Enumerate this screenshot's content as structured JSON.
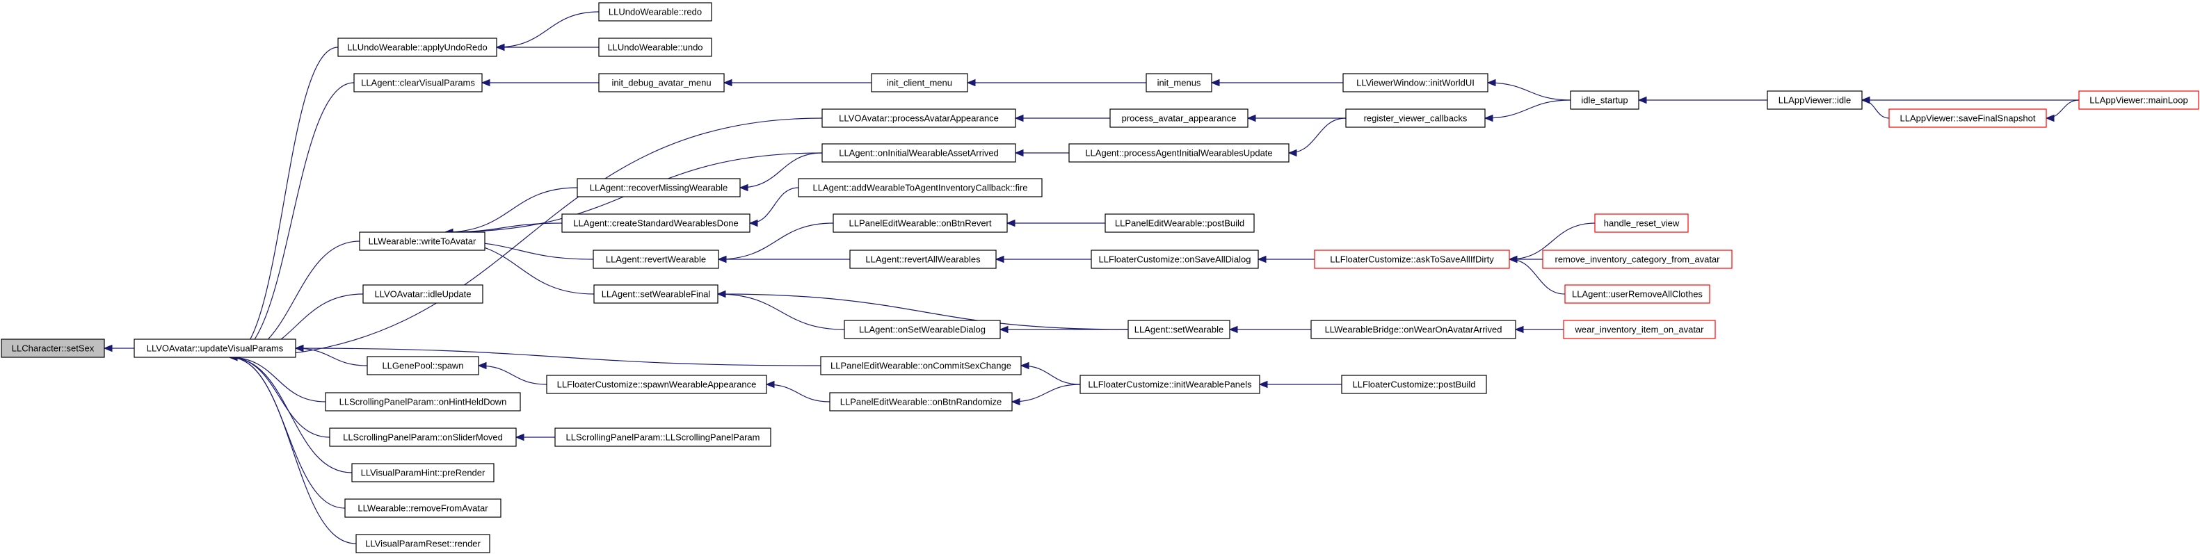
{
  "graph": {
    "colors": {
      "background": "#ffffff",
      "edge": "#191970",
      "border_black": "#000000",
      "border_red": "#ff0000",
      "focus_fill": "#bfbfbf",
      "node_fill": "#ffffff"
    },
    "nodes": [
      {
        "id": "setSex",
        "label": "LLCharacter::setSex",
        "style": "focus"
      },
      {
        "id": "updateVisualParams",
        "label": "LLVOAvatar::updateVisualParams",
        "style": "black"
      },
      {
        "id": "applyUndoRedo",
        "label": "LLUndoWearable::applyUndoRedo",
        "style": "black"
      },
      {
        "id": "redo",
        "label": "LLUndoWearable::redo",
        "style": "black"
      },
      {
        "id": "undo",
        "label": "LLUndoWearable::undo",
        "style": "black"
      },
      {
        "id": "clearVisualParams",
        "label": "LLAgent::clearVisualParams",
        "style": "black"
      },
      {
        "id": "init_debug_avatar_menu",
        "label": "init_debug_avatar_menu",
        "style": "black"
      },
      {
        "id": "init_client_menu",
        "label": "init_client_menu",
        "style": "black"
      },
      {
        "id": "init_menus",
        "label": "init_menus",
        "style": "black"
      },
      {
        "id": "initWorldUI",
        "label": "LLViewerWindow::initWorldUI",
        "style": "black"
      },
      {
        "id": "idle_startup",
        "label": "idle_startup",
        "style": "black"
      },
      {
        "id": "appIdle",
        "label": "LLAppViewer::idle",
        "style": "black"
      },
      {
        "id": "mainLoop",
        "label": "LLAppViewer::mainLoop",
        "style": "red"
      },
      {
        "id": "saveFinalSnapshot",
        "label": "LLAppViewer::saveFinalSnapshot",
        "style": "red"
      },
      {
        "id": "processAvatarAppearance",
        "label": "LLVOAvatar::processAvatarAppearance",
        "style": "black"
      },
      {
        "id": "process_avatar_appearance",
        "label": "process_avatar_appearance",
        "style": "black"
      },
      {
        "id": "register_viewer_callbacks",
        "label": "register_viewer_callbacks",
        "style": "black"
      },
      {
        "id": "onInitialWearableAssetArrived",
        "label": "LLAgent::onInitialWearableAssetArrived",
        "style": "black"
      },
      {
        "id": "processAgentInitialWearablesUpdate",
        "label": "LLAgent::processAgentInitialWearablesUpdate",
        "style": "black"
      },
      {
        "id": "recoverMissingWearable",
        "label": "LLAgent::recoverMissingWearable",
        "style": "black"
      },
      {
        "id": "addWearableCbFire",
        "label": "LLAgent::addWearableToAgentInventoryCallback::fire",
        "style": "black"
      },
      {
        "id": "writeToAvatar",
        "label": "LLWearable::writeToAvatar",
        "style": "black"
      },
      {
        "id": "createStandardWearablesDone",
        "label": "LLAgent::createStandardWearablesDone",
        "style": "black"
      },
      {
        "id": "onBtnRevert",
        "label": "LLPanelEditWearable::onBtnRevert",
        "style": "black"
      },
      {
        "id": "panelPostBuild",
        "label": "LLPanelEditWearable::postBuild",
        "style": "black"
      },
      {
        "id": "handle_reset_view",
        "label": "handle_reset_view",
        "style": "red"
      },
      {
        "id": "revertWearable",
        "label": "LLAgent::revertWearable",
        "style": "black"
      },
      {
        "id": "revertAllWearables",
        "label": "LLAgent::revertAllWearables",
        "style": "black"
      },
      {
        "id": "onSaveAllDialog",
        "label": "LLFloaterCustomize::onSaveAllDialog",
        "style": "black"
      },
      {
        "id": "askToSaveAllIfDirty",
        "label": "LLFloaterCustomize::askToSaveAllIfDirty",
        "style": "red"
      },
      {
        "id": "remove_inventory_category_from_avatar",
        "label": "remove_inventory_category_from_avatar",
        "style": "red"
      },
      {
        "id": "userRemoveAllClothes",
        "label": "LLAgent::userRemoveAllClothes",
        "style": "red"
      },
      {
        "id": "idleUpdate",
        "label": "LLVOAvatar::idleUpdate",
        "style": "black"
      },
      {
        "id": "setWearableFinal",
        "label": "LLAgent::setWearableFinal",
        "style": "black"
      },
      {
        "id": "onSetWearableDialog",
        "label": "LLAgent::onSetWearableDialog",
        "style": "black"
      },
      {
        "id": "setWearable",
        "label": "LLAgent::setWearable",
        "style": "black"
      },
      {
        "id": "onWearOnAvatarArrived",
        "label": "LLWearableBridge::onWearOnAvatarArrived",
        "style": "black"
      },
      {
        "id": "wear_inventory_item_on_avatar",
        "label": "wear_inventory_item_on_avatar",
        "style": "red"
      },
      {
        "id": "onCommitSexChange",
        "label": "LLPanelEditWearable::onCommitSexChange",
        "style": "black"
      },
      {
        "id": "genePoolSpawn",
        "label": "LLGenePool::spawn",
        "style": "black"
      },
      {
        "id": "spawnWearableAppearance",
        "label": "LLFloaterCustomize::spawnWearableAppearance",
        "style": "black"
      },
      {
        "id": "initWearablePanels",
        "label": "LLFloaterCustomize::initWearablePanels",
        "style": "black"
      },
      {
        "id": "floaterPostBuild",
        "label": "LLFloaterCustomize::postBuild",
        "style": "black"
      },
      {
        "id": "onBtnRandomize",
        "label": "LLPanelEditWearable::onBtnRandomize",
        "style": "black"
      },
      {
        "id": "onHintHeldDown",
        "label": "LLScrollingPanelParam::onHintHeldDown",
        "style": "black"
      },
      {
        "id": "onSliderMoved",
        "label": "LLScrollingPanelParam::onSliderMoved",
        "style": "black"
      },
      {
        "id": "scrollingPanelCtor",
        "label": "LLScrollingPanelParam::LLScrollingPanelParam",
        "style": "black"
      },
      {
        "id": "preRender",
        "label": "LLVisualParamHint::preRender",
        "style": "black"
      },
      {
        "id": "removeFromAvatar",
        "label": "LLWearable::removeFromAvatar",
        "style": "black"
      },
      {
        "id": "resetRender",
        "label": "LLVisualParamReset::render",
        "style": "black"
      }
    ],
    "edges": [
      {
        "from": "updateVisualParams",
        "to": "setSex"
      },
      {
        "from": "applyUndoRedo",
        "to": "updateVisualParams"
      },
      {
        "from": "redo",
        "to": "applyUndoRedo"
      },
      {
        "from": "undo",
        "to": "applyUndoRedo"
      },
      {
        "from": "clearVisualParams",
        "to": "updateVisualParams"
      },
      {
        "from": "init_debug_avatar_menu",
        "to": "clearVisualParams"
      },
      {
        "from": "init_client_menu",
        "to": "init_debug_avatar_menu"
      },
      {
        "from": "init_menus",
        "to": "init_client_menu"
      },
      {
        "from": "initWorldUI",
        "to": "init_menus"
      },
      {
        "from": "idle_startup",
        "to": "initWorldUI"
      },
      {
        "from": "appIdle",
        "to": "idle_startup"
      },
      {
        "from": "mainLoop",
        "to": "appIdle"
      },
      {
        "from": "saveFinalSnapshot",
        "to": "appIdle"
      },
      {
        "from": "mainLoop",
        "to": "saveFinalSnapshot"
      },
      {
        "from": "processAvatarAppearance",
        "to": "updateVisualParams"
      },
      {
        "from": "process_avatar_appearance",
        "to": "processAvatarAppearance"
      },
      {
        "from": "register_viewer_callbacks",
        "to": "process_avatar_appearance"
      },
      {
        "from": "idle_startup",
        "to": "register_viewer_callbacks"
      },
      {
        "from": "onInitialWearableAssetArrived",
        "to": "writeToAvatar"
      },
      {
        "from": "processAgentInitialWearablesUpdate",
        "to": "onInitialWearableAssetArrived"
      },
      {
        "from": "register_viewer_callbacks",
        "to": "processAgentInitialWearablesUpdate"
      },
      {
        "from": "recoverMissingWearable",
        "to": "writeToAvatar"
      },
      {
        "from": "onInitialWearableAssetArrived",
        "to": "recoverMissingWearable"
      },
      {
        "from": "addWearableCbFire",
        "to": "createStandardWearablesDone"
      },
      {
        "from": "writeToAvatar",
        "to": "updateVisualParams"
      },
      {
        "from": "createStandardWearablesDone",
        "to": "writeToAvatar"
      },
      {
        "from": "revertWearable",
        "to": "writeToAvatar"
      },
      {
        "from": "setWearableFinal",
        "to": "writeToAvatar"
      },
      {
        "from": "onBtnRevert",
        "to": "revertWearable"
      },
      {
        "from": "panelPostBuild",
        "to": "onBtnRevert"
      },
      {
        "from": "revertAllWearables",
        "to": "revertWearable"
      },
      {
        "from": "onSaveAllDialog",
        "to": "revertAllWearables"
      },
      {
        "from": "askToSaveAllIfDirty",
        "to": "onSaveAllDialog"
      },
      {
        "from": "handle_reset_view",
        "to": "askToSaveAllIfDirty"
      },
      {
        "from": "remove_inventory_category_from_avatar",
        "to": "askToSaveAllIfDirty"
      },
      {
        "from": "userRemoveAllClothes",
        "to": "askToSaveAllIfDirty"
      },
      {
        "from": "idleUpdate",
        "to": "updateVisualParams"
      },
      {
        "from": "onSetWearableDialog",
        "to": "setWearableFinal"
      },
      {
        "from": "setWearable",
        "to": "setWearableFinal"
      },
      {
        "from": "setWearable",
        "to": "onSetWearableDialog"
      },
      {
        "from": "onWearOnAvatarArrived",
        "to": "setWearable"
      },
      {
        "from": "wear_inventory_item_on_avatar",
        "to": "onWearOnAvatarArrived"
      },
      {
        "from": "onCommitSexChange",
        "to": "updateVisualParams"
      },
      {
        "from": "initWearablePanels",
        "to": "onCommitSexChange"
      },
      {
        "from": "genePoolSpawn",
        "to": "updateVisualParams"
      },
      {
        "from": "spawnWearableAppearance",
        "to": "genePoolSpawn"
      },
      {
        "from": "onBtnRandomize",
        "to": "spawnWearableAppearance"
      },
      {
        "from": "initWearablePanels",
        "to": "onBtnRandomize"
      },
      {
        "from": "floaterPostBuild",
        "to": "initWearablePanels"
      },
      {
        "from": "onHintHeldDown",
        "to": "updateVisualParams"
      },
      {
        "from": "onSliderMoved",
        "to": "updateVisualParams"
      },
      {
        "from": "scrollingPanelCtor",
        "to": "onSliderMoved"
      },
      {
        "from": "preRender",
        "to": "updateVisualParams"
      },
      {
        "from": "removeFromAvatar",
        "to": "updateVisualParams"
      },
      {
        "from": "resetRender",
        "to": "updateVisualParams"
      }
    ]
  }
}
